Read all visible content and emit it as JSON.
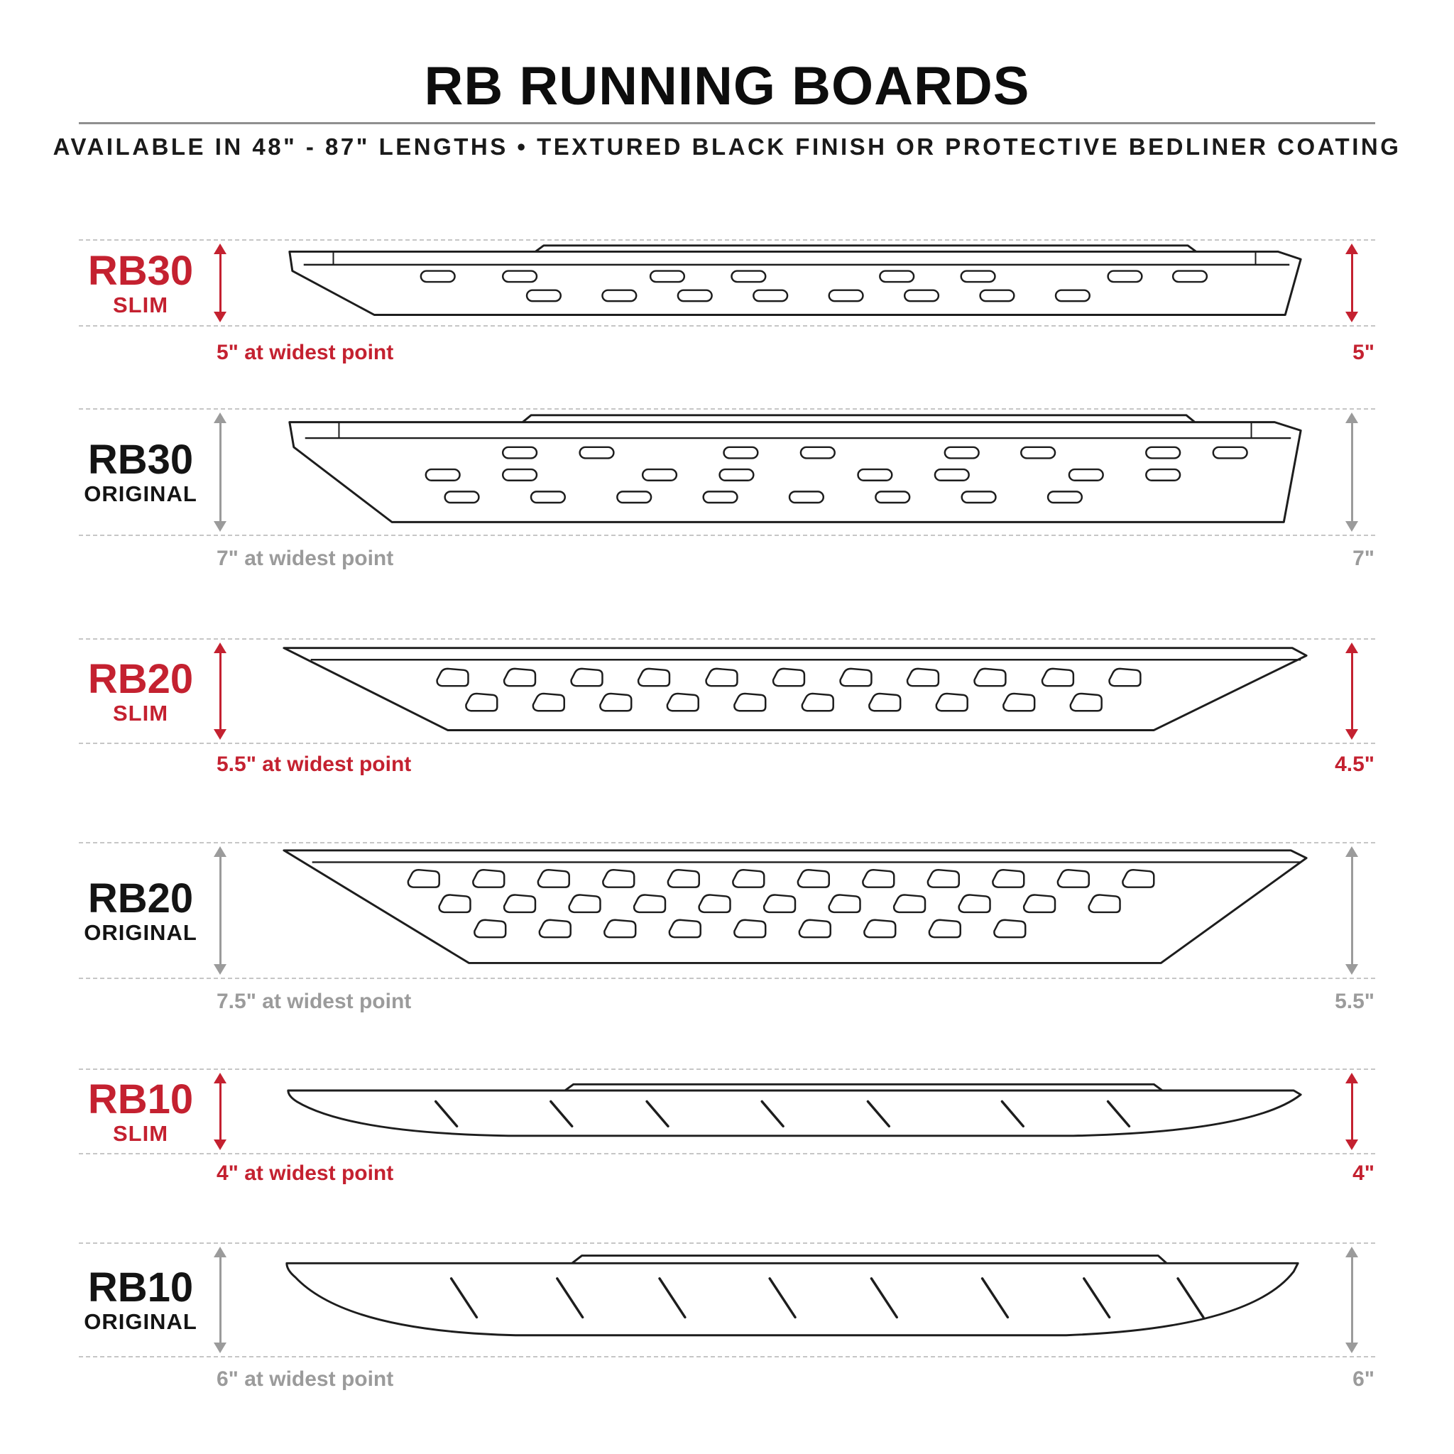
{
  "header": {
    "title": "RB RUNNING BOARDS",
    "subtitle": "AVAILABLE IN 48\" - 87\" LENGTHS • TEXTURED BLACK FINISH OR PROTECTIVE BEDLINER COATING"
  },
  "colors": {
    "accent_red": "#c42130",
    "gray": "#9b9b9b",
    "outline": "#1d1d1d",
    "dashed_line": "#c6c6c6"
  },
  "rows": [
    {
      "model": "RB30",
      "variant": "SLIM",
      "width_label": "5\" at widest point",
      "height_label": "5\""
    },
    {
      "model": "RB30",
      "variant": "ORIGINAL",
      "width_label": "7\" at widest point",
      "height_label": "7\""
    },
    {
      "model": "RB20",
      "variant": "SLIM",
      "width_label": "5.5\" at widest point",
      "height_label": "4.5\""
    },
    {
      "model": "RB20",
      "variant": "ORIGINAL",
      "width_label": "7.5\" at widest point",
      "height_label": "5.5\""
    },
    {
      "model": "RB10",
      "variant": "SLIM",
      "width_label": "4\" at widest point",
      "height_label": "4\""
    },
    {
      "model": "RB10",
      "variant": "ORIGINAL",
      "width_label": "6\" at widest point",
      "height_label": "6\""
    }
  ]
}
